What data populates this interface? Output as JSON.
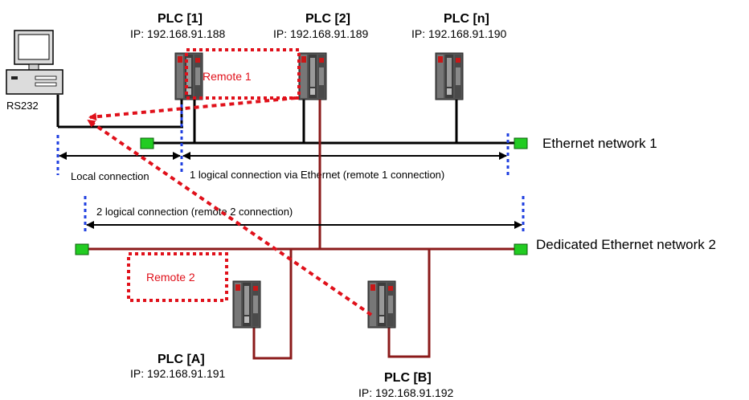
{
  "plcs": [
    {
      "id": "plc1",
      "name": "PLC [1]",
      "ip": "IP: 192.168.91.188"
    },
    {
      "id": "plc2",
      "name": "PLC [2]",
      "ip": "IP: 192.168.91.189"
    },
    {
      "id": "plcn",
      "name": "PLC [n]",
      "ip": "IP: 192.168.91.190"
    },
    {
      "id": "plcA",
      "name": "PLC [A]",
      "ip": "IP: 192.168.91.191"
    },
    {
      "id": "plcB",
      "name": "PLC [B]",
      "ip": "IP: 192.168.91.192"
    }
  ],
  "pc_label": "RS232",
  "networks": {
    "net1": "Ethernet network 1",
    "net2": "Dedicated Ethernet network 2"
  },
  "annotations": {
    "local": "Local connection",
    "remote1_conn": "1 logical connection via Ethernet (remote 1 connection)",
    "remote2_conn": "2 logical connection (remote 2 connection)",
    "remote1": "Remote 1",
    "remote2": "Remote 2"
  },
  "colors": {
    "network1_line": "#000000",
    "network2_line": "#8b1a1a",
    "dashed_red": "#e0101a",
    "dashed_blue": "#1f3fe0",
    "terminator": "#22cc22"
  }
}
